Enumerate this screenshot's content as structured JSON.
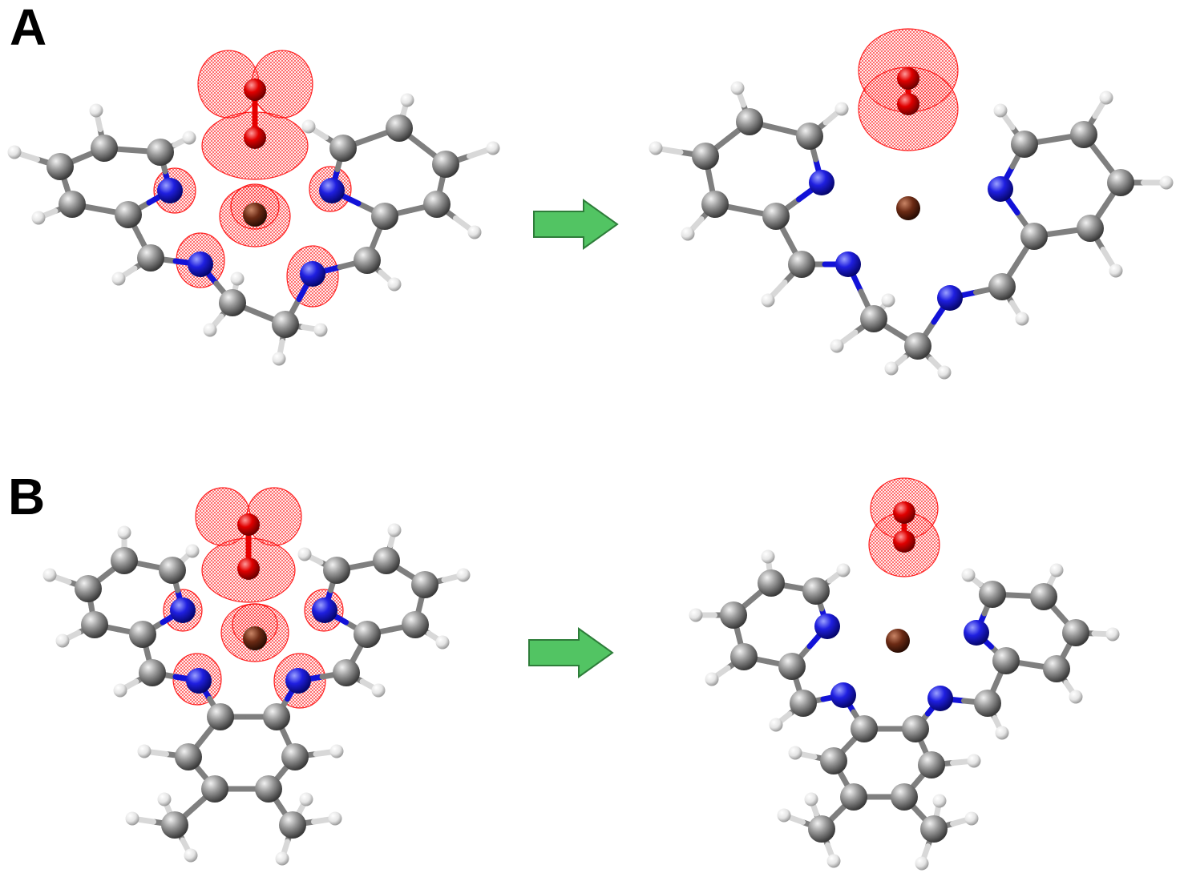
{
  "figure": {
    "panels": [
      {
        "label": "A"
      },
      {
        "label": "B"
      }
    ],
    "colors": {
      "carbon": "#7f7f7f",
      "hydrogen": "#ececec",
      "nitrogen": "#1212d8",
      "oxygen": "#e60000",
      "metal": "#6b2a14",
      "density_mesh": "#ff0000",
      "arrow_fill": "#52c463",
      "arrow_stroke": "#2e7d3a"
    },
    "icons": {
      "arrow": "right-block-arrow-icon",
      "density": "mesh-isosurface"
    }
  }
}
